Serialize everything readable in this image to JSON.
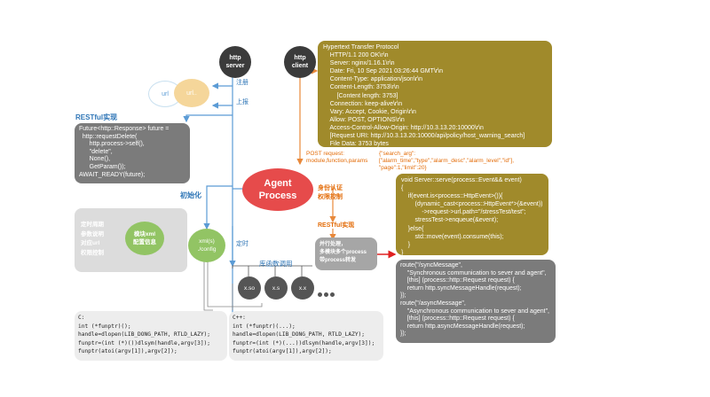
{
  "http_server": "http\nserver",
  "http_client": "http\nclient",
  "url": "url",
  "url_abbrev": "url..",
  "register": "注册",
  "report": "上报",
  "restful_impl": "RESTful实现",
  "restful_box": [
    "Future<http::Response> future =",
    "  http::requestDelete(",
    "      http.process->self(),",
    "      \"delete\",",
    "      None(),",
    "      GetParam());",
    "AWAIT_READY(future);"
  ],
  "http_response": [
    "Hypertext Transfer Protocol",
    "    HTTP/1.1 200 OK\\r\\n",
    "    Server: nginx/1.16.1\\r\\n",
    "    Date: Fri, 10 Sep 2021 03:26:44 GMT\\r\\n",
    "    Content-Type: application/json\\r\\n",
    "    Content-Length: 3753\\r\\n",
    "        [Content length: 3753]",
    "    Connection: keep-alive\\r\\n",
    "    Vary: Accept, Cookie, Origin\\r\\n",
    "    Allow: POST, OPTIONS\\r\\n",
    "    Access-Control-Allow-Origin: http://10.3.13.20:10000\\r\\n",
    "    [Request URI: http://10.3.13.20:10000/api/policy/host_warning_search]",
    "    File Data: 3753 bytes"
  ],
  "post_request": "POST request:\nmodule,function,params",
  "search_arg": [
    "{\"search_arg\":",
    "[\"alarm_time\",\"type\",\"alarm_desc\",\"alarm_level\",\"id\"],",
    "\"page\":1,\"limit\":20}"
  ],
  "agent_process": "Agent\nProcess",
  "auth": "身份认证\n权限控制",
  "restful_impl2": "RESTful实现",
  "serve_code": [
    "void Server::serve(process::Event&& event)",
    "{",
    "    if(event.is<process::HttpEvent>()){",
    "        (dynamic_cast<process::HttpEvent*>(&event))",
    "            ->request->url.path=\"/stressTest/test\";",
    "        stressTest->enqueue(&event);",
    "    }else{",
    "        std::move(event).consume(this);",
    "    }",
    "}"
  ],
  "init": "初始化",
  "config_list": "定时周期\n参数说明\n对应url\n权限控制",
  "module_xml": "模块xml\n配置信息",
  "xml_config": "xml(s)\n./config",
  "timer": "定时",
  "parallel": "并行处理，\n多模块多个process\n带process转发",
  "lib_call": "库函数调用",
  "so_items": [
    "x.so",
    "x.s",
    "x.x"
  ],
  "route_code": [
    "route(\"/syncMessage\",",
    "    \"Synchronous communication to sever and agent\",",
    "    [this] (process::http::Request request) {",
    "    return http.syncMessageHandle(request);",
    "});",
    "route(\"/asyncMessage\",",
    "    \"Asynchronous communication to sever and agent\",",
    "    [this] (process::http::Request request) {",
    "    return http.asyncMessageHandle(request);",
    "});"
  ],
  "c_code": [
    "C:",
    "int (*funptr)();",
    "handle=dlopen(LIB_DONG_PATH, RTLD_LAZY);",
    "funptr=(int (*)())dlsym(handle,argv[3]);",
    "funptr(atoi(argv[1]),argv[2]);"
  ],
  "cpp_code": [
    "C++:",
    "int (*funptr)(...);",
    "handle=dlopen(LIB_DONG_PATH, RTLD_LAZY);",
    "funptr=(int (*)(...))dlsym(handle,argv[3]);",
    "funptr(atoi(argv[1]),argv[2]);"
  ],
  "colors": {
    "olive": "#a08a2b",
    "gray_dark": "#7b7b7b",
    "agent_red": "#e64b4b",
    "green": "#92c464",
    "orange_arrow": "#e8883a",
    "blue_arrow": "#5b9bd5",
    "red_arrow": "#e02020",
    "label_blue": "#2e75b6",
    "label_orange": "#e36c09"
  }
}
